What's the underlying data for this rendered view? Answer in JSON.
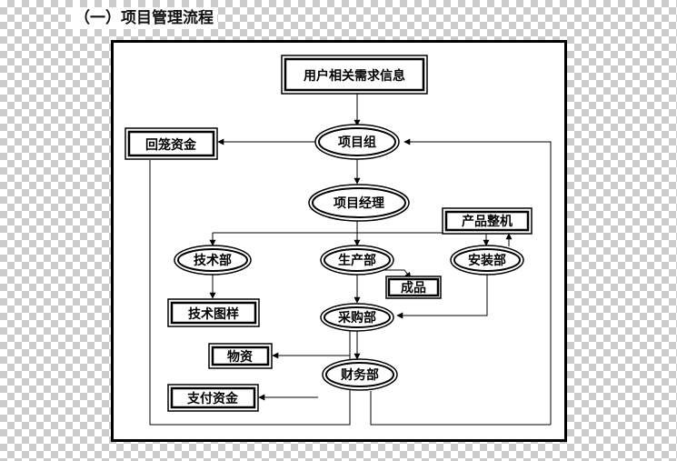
{
  "heading": "（一）项目管理流程",
  "nodes": {
    "info": "用户相关需求信息",
    "group": "项目组",
    "manager": "项目经理",
    "funds_return": "回笼资金",
    "assembly": "产品整机",
    "tech": "技术部",
    "production": "生产部",
    "install": "安装部",
    "finished": "成品",
    "drawings": "技术图样",
    "purchase": "采购部",
    "materials": "物资",
    "finance": "财务部",
    "payment": "支付资金"
  }
}
